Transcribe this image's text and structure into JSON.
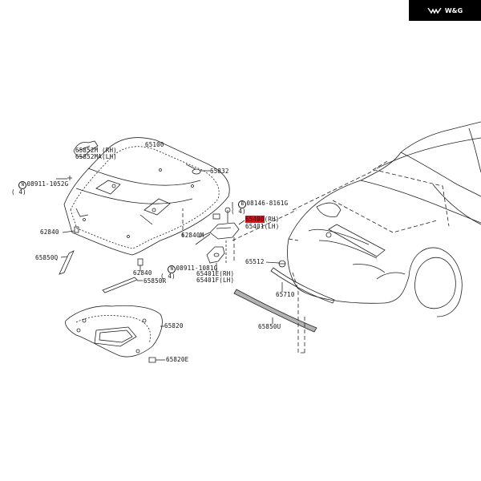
{
  "logo": {
    "text": "W&G",
    "background": "#000000",
    "color": "#ffffff"
  },
  "highlight_color": "#e3101b",
  "labels": {
    "l65852": "65852M (RH)\n65852MA(LH)",
    "l65100": "65100",
    "l08911a": "08911-1052G\n( 4)",
    "l65832": "65832",
    "l08146": "08146-8161G\n( 4)",
    "l65400": "65400(RH)",
    "l65401": "65401(LH)",
    "l62840a": "62840",
    "l62840m": "62840M",
    "l65850q": "65850Q",
    "l62840b": "62840",
    "l08911b": "08911-1081G\n( 4)",
    "l65512": "65512",
    "l65401e": "65401E(RH)\n65401F(LH)",
    "l65850r": "65850R",
    "l65710": "65710",
    "l65820": "65820",
    "l65850u": "65850U",
    "l65820e": "65820E"
  }
}
